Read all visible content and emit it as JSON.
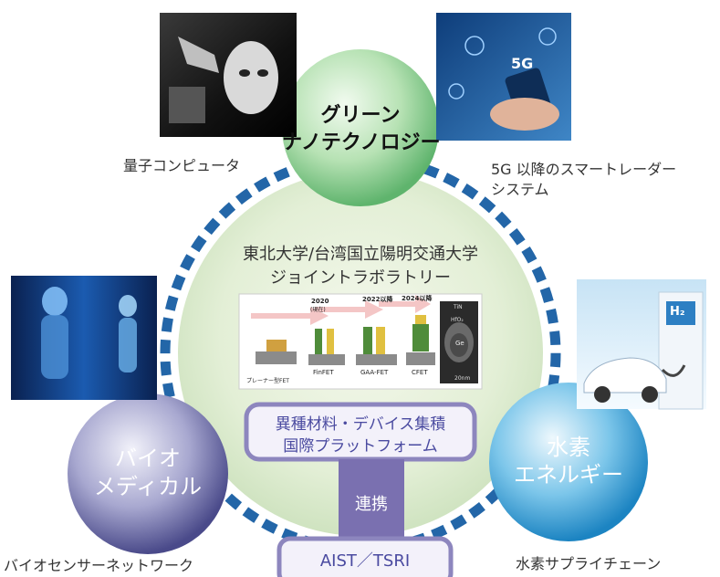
{
  "center": {
    "line1": "東北大学/台湾国立陽明交通大学",
    "line2": "ジョイントラボラトリー",
    "roadmap_labels": {
      "y2020": "2020",
      "y2020_sub": "(現在)",
      "y2022": "2022以降",
      "y2024": "2024以降",
      "planar": "プレーナー型FET",
      "finfet": "FinFET",
      "gaafet": "GAA-FET",
      "cfet": "CFET",
      "tin": "TiN",
      "hfo2": "HfO₂",
      "ge": "Ge",
      "scale": "20nm"
    },
    "platform_line1": "異種材料・デバイス集積",
    "platform_line2": "国際プラットフォーム",
    "link_label": "連携",
    "partner_label": "AIST／TSRI"
  },
  "circles": {
    "green": {
      "line1": "グリーン",
      "line2": "ナノテクノロジー"
    },
    "bio": {
      "line1": "バイオ",
      "line2": "メディカル"
    },
    "hydrogen": {
      "line1": "水素",
      "line2": "エネルギー"
    }
  },
  "captions": {
    "quantum": "量子コンピュータ",
    "radar_line1": "5G 以降のスマートレーダー",
    "radar_line2": "システム",
    "bio_sensor": "バイオセンサーネットワーク",
    "hydrogen_chain": "水素サプライチェーン"
  },
  "photo_labels": {
    "fiveg": "5G",
    "h2": "H₂"
  },
  "colors": {
    "dash_ring": "#2366a8",
    "green_circle": "#9fd7a4",
    "bio_circle": "#6b6bab",
    "hydrogen_circle": "#3fa3d9",
    "platform_border": "#8d86be",
    "link_bar": "#7a70b0"
  }
}
